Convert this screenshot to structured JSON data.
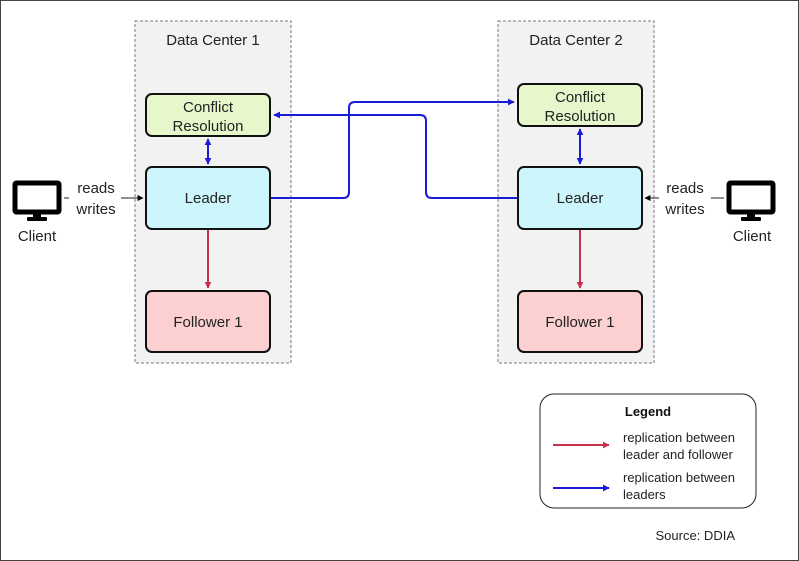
{
  "data_centers": [
    {
      "title": "Data Center 1",
      "conflict_resolution": [
        "Conflict",
        "Resolution"
      ],
      "leader": "Leader",
      "follower": "Follower 1"
    },
    {
      "title": "Data Center 2",
      "conflict_resolution": [
        "Conflict",
        "Resolution"
      ],
      "leader": "Leader",
      "follower": "Follower 1"
    }
  ],
  "clients": [
    {
      "label": "Client",
      "io": [
        "reads",
        "writes"
      ]
    },
    {
      "label": "Client",
      "io": [
        "reads",
        "writes"
      ]
    }
  ],
  "legend": {
    "title": "Legend",
    "items": [
      {
        "lines": [
          "replication between",
          "leader and follower"
        ],
        "color": "#c8304e"
      },
      {
        "lines": [
          "replication between",
          "leaders"
        ],
        "color": "#1a1adb"
      }
    ]
  },
  "source": "Source: DDIA",
  "colors": {
    "conflict_fill": "#e6f7cc",
    "leader_fill": "#ccf6fb",
    "follower_fill": "#fcd0d0",
    "dc_fill": "#f2f2f2",
    "red_arrow": "#c8304e",
    "blue_arrow": "#1a1adb",
    "client_icon": "#000000"
  }
}
